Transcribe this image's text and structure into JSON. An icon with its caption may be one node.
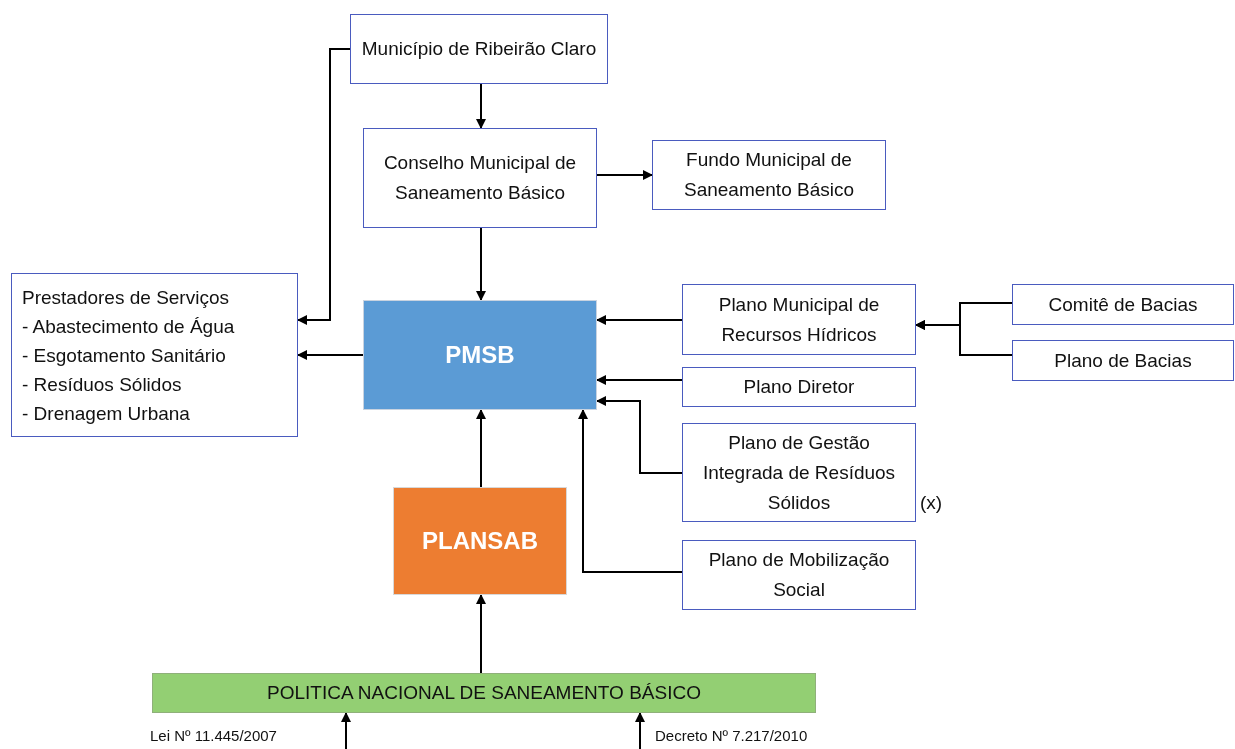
{
  "diagram": {
    "nodes": [
      {
        "text": [
          "Município de Ribeirão Claro"
        ]
      },
      {
        "text": [
          "Conselho Municipal de Saneamento Básico"
        ]
      },
      {
        "text": [
          "Fundo Municipal de Saneamento Básico"
        ]
      },
      {
        "text": [
          "Prestadores de Serviços",
          "- Abastecimento de Água",
          "- Esgotamento Sanitário",
          "- Resíduos Sólidos",
          "- Drenagem Urbana"
        ]
      },
      {
        "text": [
          "PMSB"
        ]
      },
      {
        "text": [
          "Plano Municipal de Recursos Hídricos"
        ]
      },
      {
        "text": [
          "Comitê de Bacias"
        ]
      },
      {
        "text": [
          "Plano de Bacias"
        ]
      },
      {
        "text": [
          "Plano Diretor"
        ]
      },
      {
        "text": [
          "Plano de Gestão Integrada de Resíduos Sólidos"
        ],
        "beside": [
          "(x)"
        ]
      },
      {
        "text": [
          "Plano de Mobilização Social"
        ]
      },
      {
        "text": [
          "PLANSAB"
        ]
      },
      {
        "text": [
          "POLITICA NACIONAL DE SANEAMENTO BÁSICO"
        ]
      }
    ],
    "edges": [
      {
        "from": 0,
        "to": 1,
        "arrow": "to"
      },
      {
        "from": 0,
        "to": 3,
        "arrow": "to"
      },
      {
        "from": 1,
        "to": 2,
        "arrow": "to"
      },
      {
        "from": 1,
        "to": 4,
        "arrow": "to"
      },
      {
        "from": 4,
        "to": 3,
        "arrow": "to"
      },
      {
        "from": 5,
        "to": 4,
        "arrow": "to"
      },
      {
        "from": 6,
        "to": 5,
        "arrow": "to"
      },
      {
        "from": 7,
        "to": 5,
        "arrow": "to"
      },
      {
        "from": 8,
        "to": 4,
        "arrow": "to"
      },
      {
        "from": 9,
        "to": 4,
        "arrow": "to"
      },
      {
        "from": 10,
        "to": 4,
        "arrow": "to"
      },
      {
        "from": 11,
        "to": 4,
        "arrow": "to"
      },
      {
        "from": 12,
        "to": 11,
        "arrow": "to"
      },
      {
        "from": null,
        "to": 12,
        "arrow": "to"
      },
      {
        "from": null,
        "to": 12,
        "arrow": "to"
      }
    ],
    "labels": [
      "Lei Nº 11.445/2007",
      "Decreto Nº 7.217/2010"
    ]
  }
}
